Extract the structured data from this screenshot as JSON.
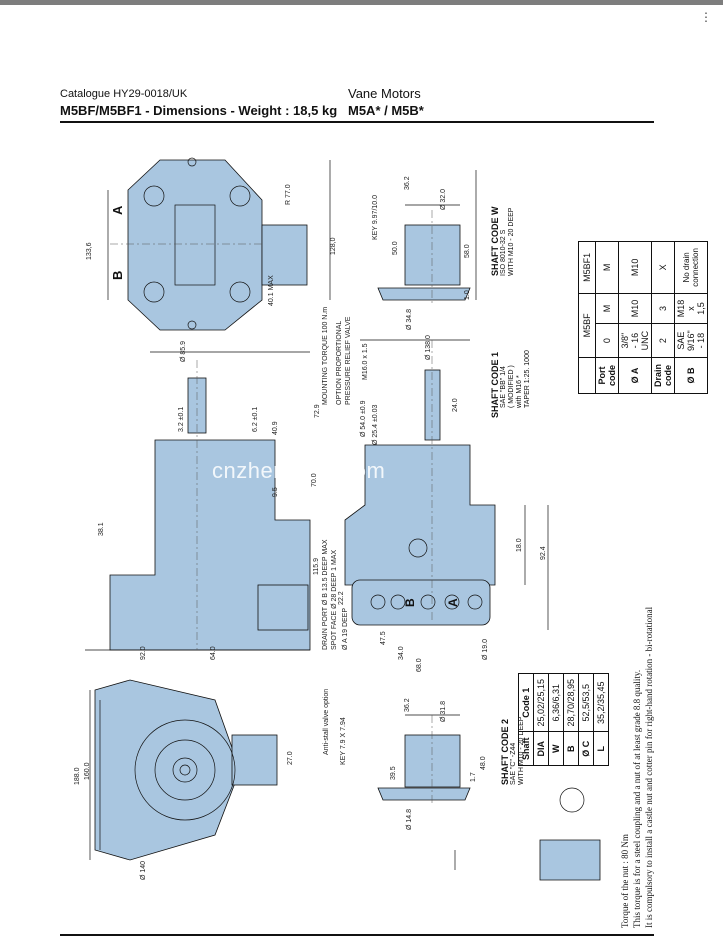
{
  "header": {
    "catalogue": "Catalogue HY29-0018/UK",
    "title": "M5BF/M5BF1 - Dimensions - Weight : 18,5 kg",
    "category": "Vane Motors",
    "models": "M5A* / M5B*"
  },
  "watermark": "cnzhenyuan.com",
  "port_table": {
    "col_m5bf": "M5BF",
    "col_m5bf1": "M5BF1",
    "rows": [
      {
        "label": "Port code",
        "c1": "0",
        "c2": "M",
        "c3": "M"
      },
      {
        "label": "Ø A",
        "c1": "3/8\" - 16 UNC",
        "c2": "M10",
        "c3": "M10"
      },
      {
        "label": "Drain code",
        "c1": "2",
        "c2": "3",
        "c3": "X"
      },
      {
        "label": "Ø B",
        "c1": "SAE 9/16\" - 18",
        "c2": "M18 x 1,5",
        "c3": "No drain connection"
      }
    ]
  },
  "shaft_table": {
    "headers": [
      "Shaft",
      "Code 1"
    ],
    "rows": [
      [
        "DIA",
        "25,02/25,15"
      ],
      [
        "W",
        "6,36/6,31"
      ],
      [
        "B",
        "28,70/28,95"
      ],
      [
        "Ø C",
        "52,5/53,5"
      ],
      [
        "L",
        "35,2/35,45"
      ]
    ]
  },
  "shaft_w": {
    "title": "SHAFT CODE W",
    "line1": "ISO 8010-32 S",
    "line2": "WITH M10 - 20 DEEP"
  },
  "shaft_1": {
    "title": "SHAFT CODE 1",
    "line1": "SAE \"BB\" 1/4",
    "line2": "( MODIFIED )",
    "line3": "with M16 *",
    "line4": "TAPER 1:25. 1000"
  },
  "shaft_2": {
    "title": "SHAFT CODE 2",
    "line1": "SAE \"C\" -Z44",
    "line2": "WITH M10 - 20 DEEP"
  },
  "callouts": {
    "mounting_torque": "MOUNTING TORQUE 100 N.m",
    "option_relief_1": "OPTION PROPORTIONAL",
    "option_relief_2": "PRESSURE RELIEF VALVE",
    "drain_port_1": "DRAIN PORT Ø B 13.5 DEEP MAX",
    "drain_port_2": "SPOT FACE Ø 28 DEEP 1 MAX",
    "port_a": "Ø A 19 DEEP",
    "anti_stall": "Anti-stall valve option",
    "key_shaft2": "KEY 7.9 X 7.94",
    "key_shaft_w": "KEY 9.97/10.0"
  },
  "dimensions": {
    "d133_6": "133,6",
    "d128_0": "128,0",
    "r77_0": "R 77.0",
    "d40_1": "40.1 MAX",
    "d85_9": "Ø 85.9",
    "d72_9": "72.9",
    "d40_9": "40.9",
    "d6_2": "6.2 ±0.1",
    "d3_2": "3.2 ±0.1",
    "d9_5": "9.5",
    "d70_0": "70.0",
    "d38_1": "38.1",
    "d115_9": "115.9",
    "d92_0": "92.0",
    "d64_0": "64.0",
    "d138_0": "Ø 138.0",
    "d16_0": "M16.0 x 1.5",
    "d54_0": "Ø 54.0 ±0.9",
    "d25_4": "Ø 25.4 ±0.03",
    "d24_0": "24.0",
    "d18_0": "18.0",
    "d92_4": "92.4",
    "d22_2": "22.2",
    "d47_5": "47.5",
    "d34_0": "34.0",
    "d68_0": "68.0",
    "d19_0": "Ø 19.0",
    "d36_2": "36.2",
    "d58_0": "58.0",
    "d50_0": "50.0",
    "d1_0": "1.0",
    "d34_8": "Ø 34.8",
    "d32_0": "Ø 32.0",
    "d188_0": "188.0",
    "d160_0": "160.0",
    "d27_0": "27.0",
    "d140": "Ø 140",
    "d39_5": "39.5",
    "d48_0": "48.0",
    "d1_7": "1.7",
    "d14_8": "Ø 14.8",
    "d31_8": "Ø 31.8",
    "d36_2b": "36.2"
  },
  "labels": {
    "a": "A",
    "b": "B"
  },
  "footnotes": {
    "torque": "Torque of the nut : 80 Nm",
    "note1": "This torque is for a steel coupling and a nut of at least grade 8.8 quality.",
    "note2": "It is compulsory to install a castle nut and cotter pin for right-hand rotation - bi-rotational"
  },
  "colors": {
    "body": "#a9c6e0",
    "line": "#111111",
    "rule": "#111111"
  },
  "icons": [
    "document-page-icon",
    "menu-kebab-icon"
  ]
}
